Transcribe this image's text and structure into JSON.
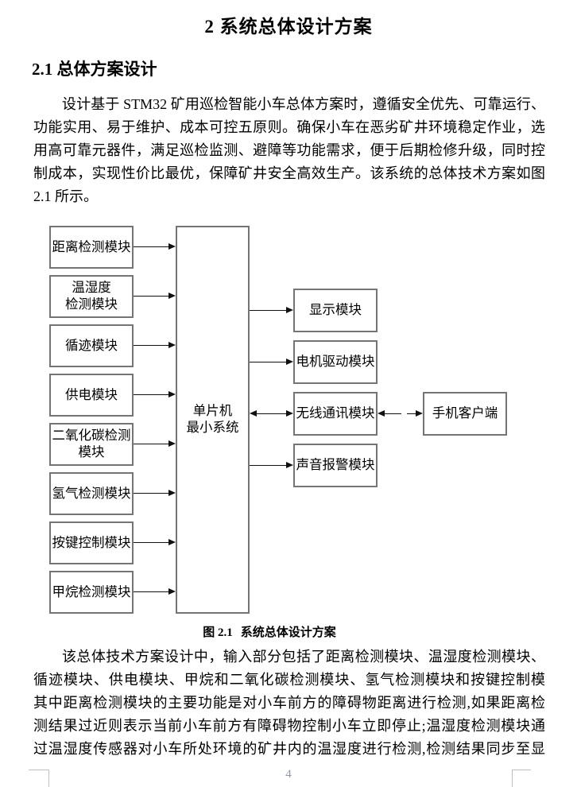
{
  "page": {
    "title": "2 系统总体设计方案",
    "section_heading": "2.1 总体方案设计",
    "page_number": "4"
  },
  "paragraph1": {
    "lines": [
      "设计基于 STM32 矿用巡检智能小车总体方案时，遵循安全优先、可靠运行、",
      "功能实用、易于维护、成本可控五原则。确保小车在恶劣矿井环境稳定作业，选",
      "用高可靠元器件，满足巡检监测、避障等功能需求，便于后期检修升级，同时控",
      "制成本，实现性价比最优，保障矿井安全高效生产。该系统的总体技术方案如图",
      "2.1 所示。"
    ]
  },
  "figure": {
    "caption_label": "图 2.1",
    "caption_text": "系统总体设计方案",
    "inputs": [
      "距离检测模块",
      "温湿度\n检测模块",
      "循迹模块",
      "供电模块",
      "二氧化碳检测\n模块",
      "氢气检测模块",
      "按键控制模块",
      "甲烷检测模块"
    ],
    "center": "单片机\n最小系统",
    "outputs": [
      "显示模块",
      "电机驱动模块",
      "无线通讯模块",
      "声音报警模块"
    ],
    "client": "手机客户端",
    "connections": [
      {
        "from": "距离检测模块",
        "to": "单片机最小系统",
        "direction": "right"
      },
      {
        "from": "温湿度检测模块",
        "to": "单片机最小系统",
        "direction": "right"
      },
      {
        "from": "循迹模块",
        "to": "单片机最小系统",
        "direction": "right"
      },
      {
        "from": "供电模块",
        "to": "单片机最小系统",
        "direction": "right"
      },
      {
        "from": "二氧化碳检测模块",
        "to": "单片机最小系统",
        "direction": "right"
      },
      {
        "from": "氢气检测模块",
        "to": "单片机最小系统",
        "direction": "right"
      },
      {
        "from": "按键控制模块",
        "to": "单片机最小系统",
        "direction": "right"
      },
      {
        "from": "甲烷检测模块",
        "to": "单片机最小系统",
        "direction": "right"
      },
      {
        "from": "单片机最小系统",
        "to": "显示模块",
        "direction": "right"
      },
      {
        "from": "单片机最小系统",
        "to": "电机驱动模块",
        "direction": "right"
      },
      {
        "from": "单片机最小系统",
        "to": "无线通讯模块",
        "direction": "both"
      },
      {
        "from": "单片机最小系统",
        "to": "声音报警模块",
        "direction": "right"
      },
      {
        "from": "无线通讯模块",
        "to": "手机客户端",
        "direction": "both"
      }
    ]
  },
  "paragraph2": {
    "lines": [
      "该总体技术方案设计中，输入部分包括了距离检测模块、温湿度检测模块、",
      "循迹模块、供电模块、甲烷和二氧化碳检测模块、氢气检测模块和按键控制模块。",
      "其中距离检测模块的主要功能是对小车前方的障碍物距离进行检测,如果距离检",
      "测结果过近则表示当前小车前方有障碍物控制小车立即停止;温湿度检测模块通",
      "过温湿度传感器对小车所处环境的矿井内的温湿度进行检测,检测结果同步至显"
    ]
  },
  "colors": {
    "box_border": "#757575",
    "arrow": "#111111",
    "page_number": "#8e94a9",
    "corner_mark": "#bfbfbf",
    "text": "#000000"
  }
}
